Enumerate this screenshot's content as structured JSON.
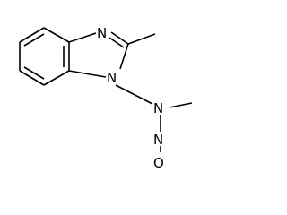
{
  "molecule": {
    "atoms": {
      "n_imine": "N",
      "n_ring": "N",
      "n_amine": "N",
      "n_nitroso": "N",
      "o_nitroso": "O"
    }
  },
  "colors": {
    "bond": "#000000",
    "label": "#000000",
    "background": "#ffffff"
  }
}
